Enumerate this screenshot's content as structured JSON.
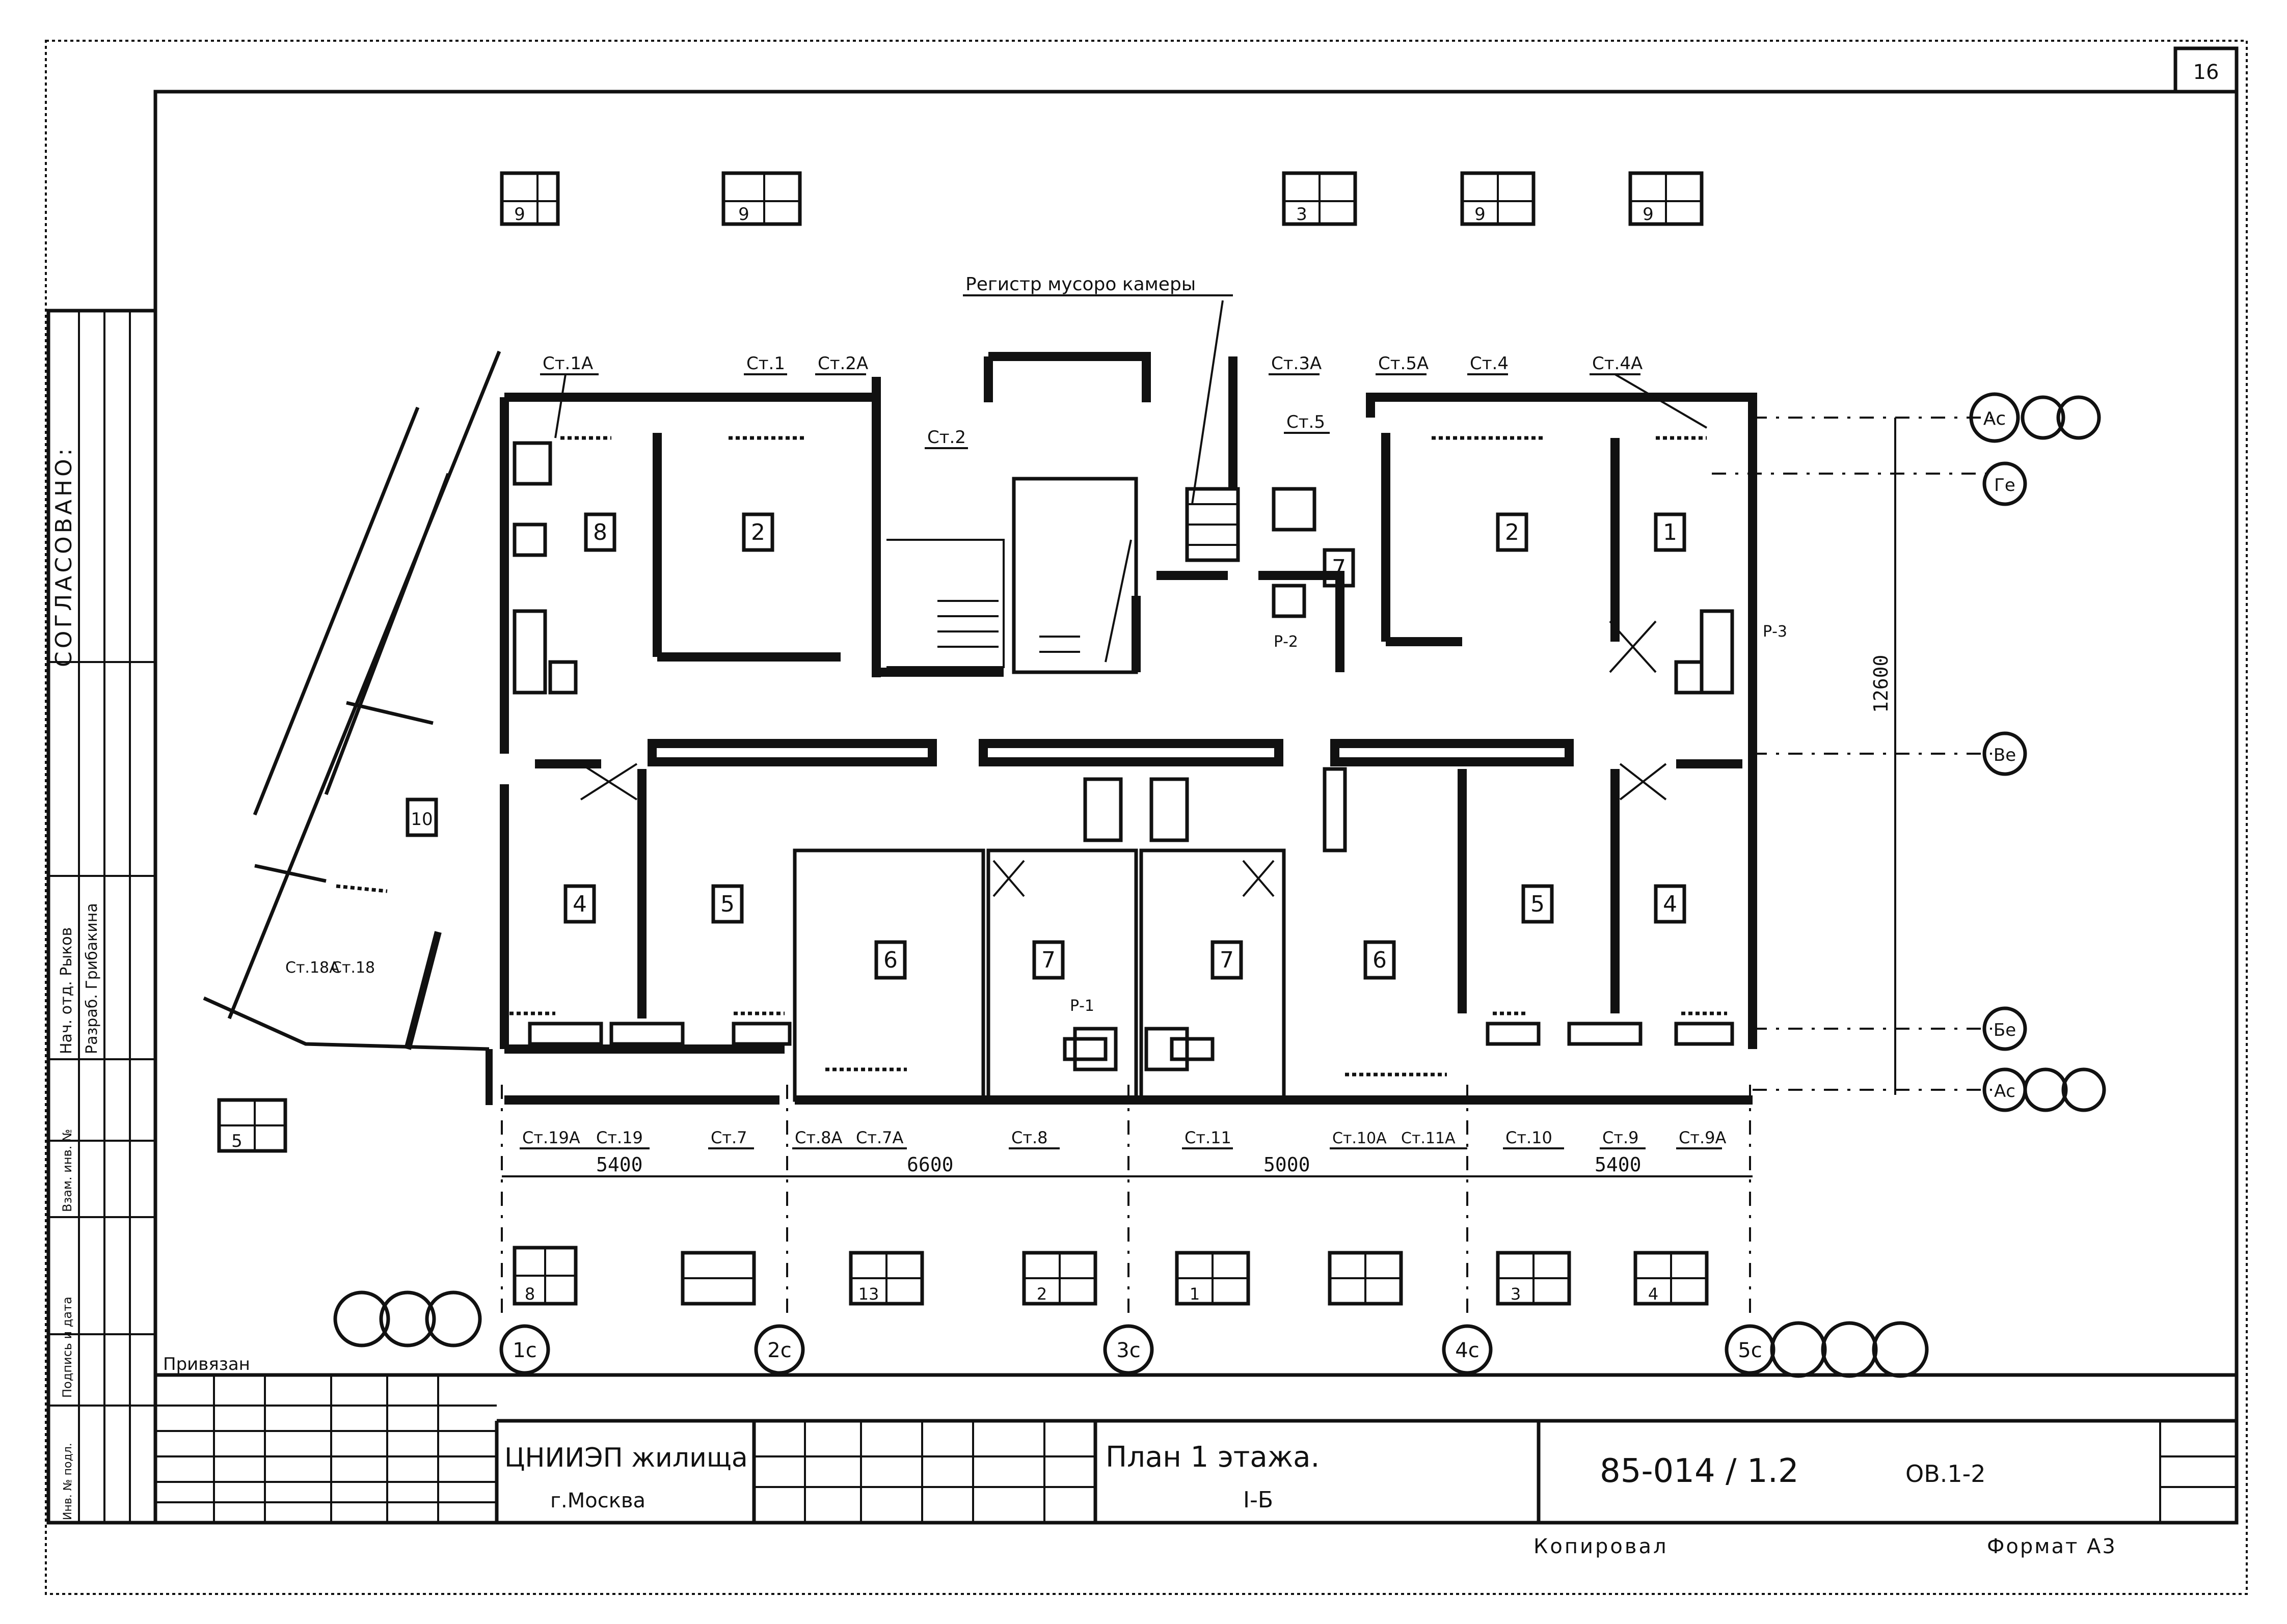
{
  "sheet": {
    "number": "16"
  },
  "title_block": {
    "organization_line1": "ЦНИИЭП жилища",
    "organization_line2": "г.Москва",
    "drawing_title_line1": "План 1 этажа.",
    "drawing_title_line2": "I-Б",
    "drawing_code": "85-014 / 1.2",
    "sheet_code": "ОВ.1-2",
    "copied_by": "Копировал",
    "format": "Формат А3"
  },
  "side_stamps": {
    "agreed": "СОГЛАСОВАНО:",
    "head": "Нач. отд. Рыков",
    "developer": "Разраб. Грибакина",
    "inv_no": "Инв. № подл.",
    "sign_date": "Подпись и дата",
    "replace_inv": "Взам. инв. №"
  },
  "bound_label": "Привязан",
  "legend_label": "Регистр мусоро камеры",
  "dimensions": {
    "spans": [
      "5400",
      "6600",
      "5000",
      "5400"
    ],
    "height": "12600"
  },
  "axes": {
    "vertical": [
      "1с",
      "2с",
      "3с",
      "4с",
      "5с"
    ],
    "horizontal": [
      "Ас",
      "Ге",
      "Ве",
      "Бе",
      "Ас"
    ]
  },
  "rooms": [
    "8",
    "2",
    "7",
    "2",
    "1",
    "4",
    "5",
    "6",
    "7",
    "7",
    "6",
    "5",
    "4",
    "10"
  ],
  "risers_top": [
    "Ст.1А",
    "Ст.1",
    "Ст.2А",
    "Ст.2",
    "Ст.3А",
    "Ст.5",
    "Ст.5А",
    "Ст.4",
    "Ст.4А"
  ],
  "risers_bottom": [
    "Ст.19А",
    "Ст.19",
    "Ст.7",
    "Ст.8А",
    "Ст.7А",
    "Ст.8",
    "Ст.11",
    "Ст.10А",
    "Ст.11А",
    "Ст.10",
    "Ст.9",
    "Ст.9А"
  ],
  "risers_other": [
    "Ст.18А",
    "Ст.18"
  ],
  "radiator_labels": [
    "Р-1",
    "Р-2",
    "Р-3"
  ],
  "window_marks_top": [
    "9",
    "9",
    "3",
    "9",
    "9"
  ],
  "window_marks_bottom": [
    "8",
    "13",
    "2",
    "1",
    "3",
    "4"
  ],
  "window_mark_left": "5"
}
